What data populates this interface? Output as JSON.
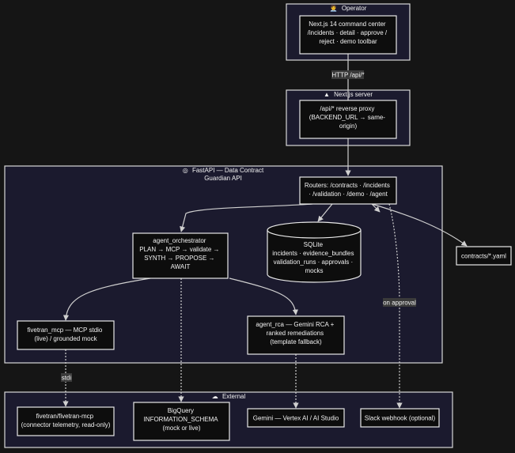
{
  "clusters": {
    "operator": {
      "title": "Operator",
      "icon": "operator-emoji"
    },
    "nextjs_server": {
      "title": "Next.js server",
      "icon": "triangle-glyph"
    },
    "fastapi": {
      "title_lines": [
        "FastAPI — Data Contract",
        "Guardian API"
      ],
      "icon": "target-glyph"
    },
    "external": {
      "title": "External",
      "icon": "cloud-glyph"
    }
  },
  "nodes": {
    "command_center": {
      "lines": [
        "Next.js 14 command center",
        "/incidents · detail · approve /",
        "reject · demo toolbar"
      ]
    },
    "reverse_proxy": {
      "lines": [
        "/api/* reverse proxy",
        "(BACKEND_URL → same-",
        "origin)"
      ]
    },
    "routers": {
      "lines": [
        "Routers: /contracts · /incidents",
        "· /validation · /demo · /agent"
      ]
    },
    "sqlite": {
      "lines": [
        "SQLite",
        "incidents · evidence_bundles",
        "validation_runs · approvals ·",
        "mocks"
      ]
    },
    "orchestrator": {
      "lines": [
        "agent_orchestrator",
        "PLAN → MCP → validate →",
        "SYNTH → PROPOSE →",
        "AWAIT"
      ]
    },
    "contracts_yaml": {
      "lines": [
        "contracts/*.yaml"
      ]
    },
    "fivetran_mcp": {
      "lines": [
        "fivetran_mcp — MCP stdio",
        "(live) / grounded mock"
      ]
    },
    "agent_rca": {
      "lines": [
        "agent_rca — Gemini RCA +",
        "ranked remediations",
        "(template fallback)"
      ]
    },
    "fivetran_ext": {
      "lines": [
        "fivetran/fivetran-mcp",
        "(connector telemetry, read-only)"
      ]
    },
    "bigquery": {
      "lines": [
        "BigQuery",
        "INFORMATION_SCHEMA",
        "(mock or live)"
      ]
    },
    "gemini": {
      "lines": [
        "Gemini — Vertex AI / AI Studio"
      ]
    },
    "slack": {
      "lines": [
        "Slack webhook (optional)"
      ]
    }
  },
  "edge_labels": {
    "http_api": "HTTP /api/*",
    "on_approval": "on approval",
    "stdio": "stdi"
  },
  "colors": {
    "background": "#151515",
    "cluster_fill": "#1b1a2e",
    "node_fill": "#0d0d0d",
    "stroke": "#e8e8e8"
  }
}
